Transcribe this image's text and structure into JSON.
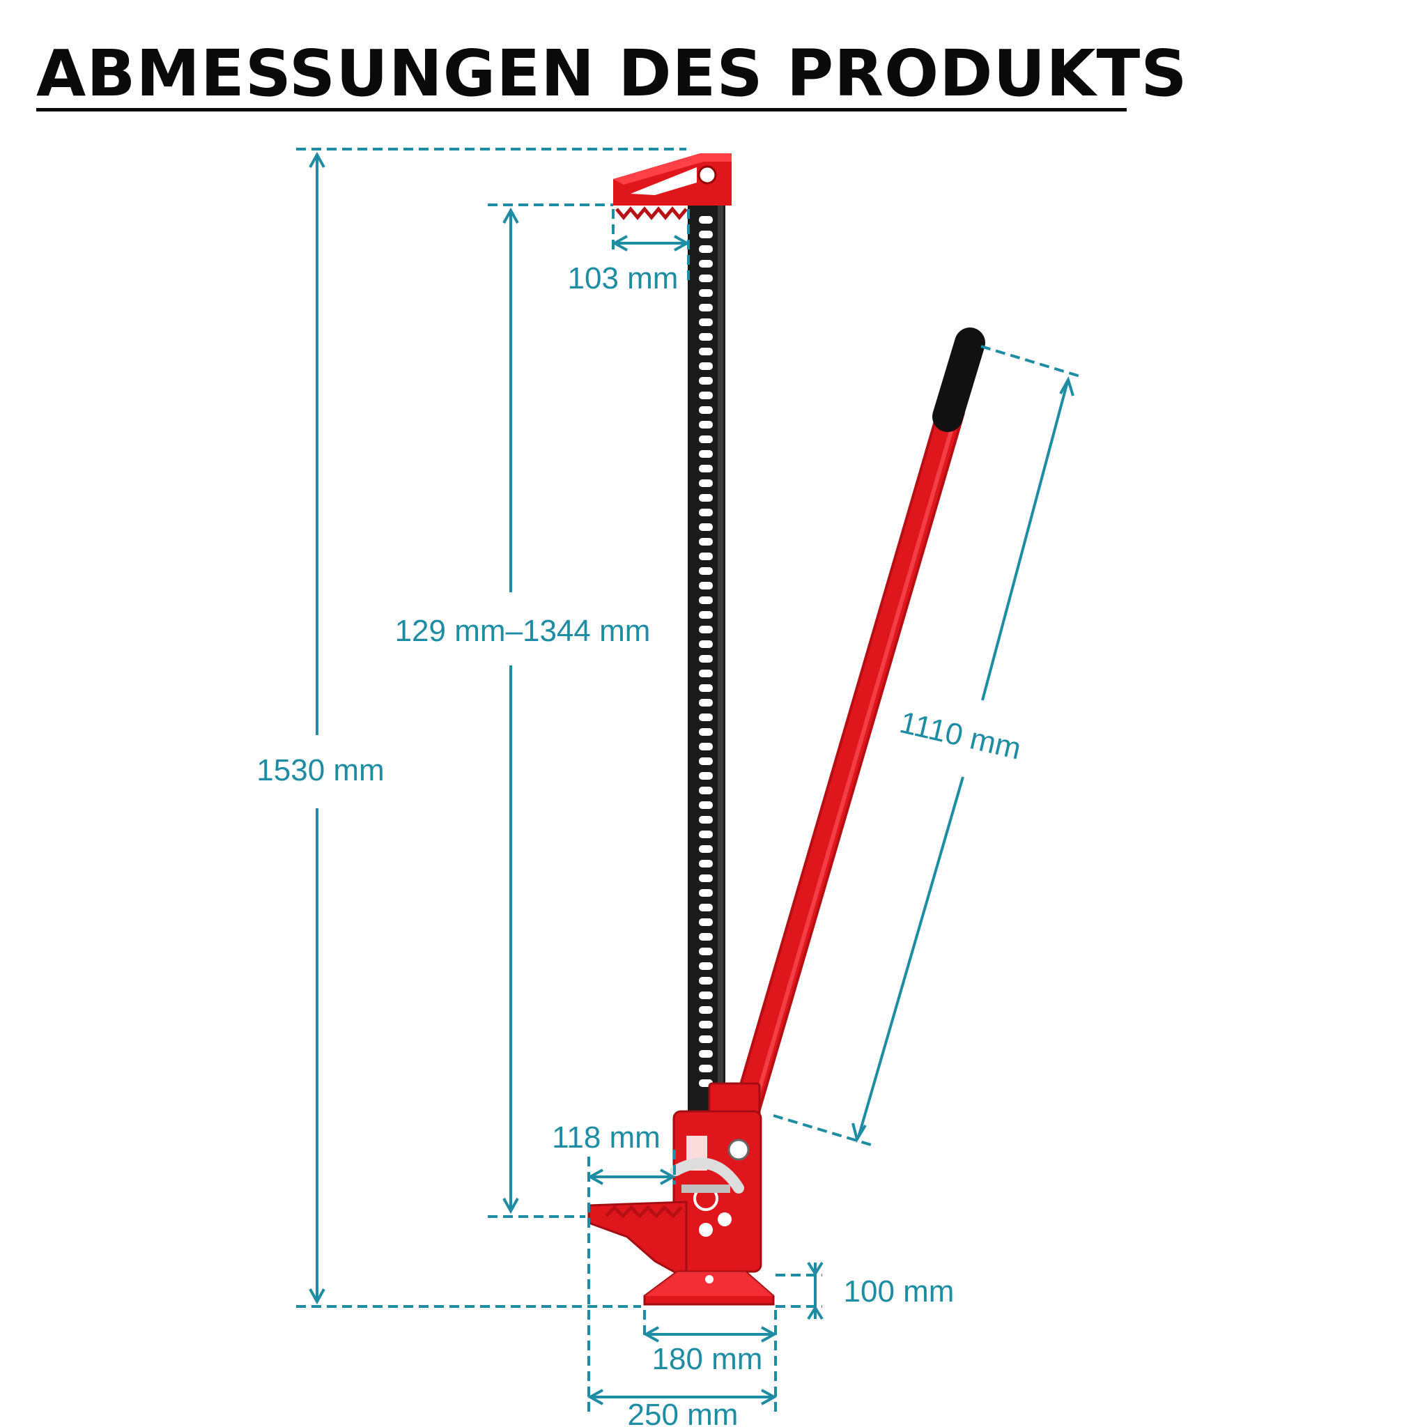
{
  "title": "ABMESSUNGEN DES PRODUKTS",
  "colors": {
    "accent": "#1e8da3",
    "jack_red": "#e0161d",
    "bar_black": "#1a1a1a",
    "text": "#0a0a0a"
  },
  "dimensions": {
    "total_height": "1530 mm",
    "lift_range": "129 mm–1344 mm",
    "top_lift_width": "103 mm",
    "handle_length": "1110 mm",
    "bottom_lift_width": "118 mm",
    "base_height": "100 mm",
    "base_width": "180 mm",
    "total_width": "250 mm"
  }
}
